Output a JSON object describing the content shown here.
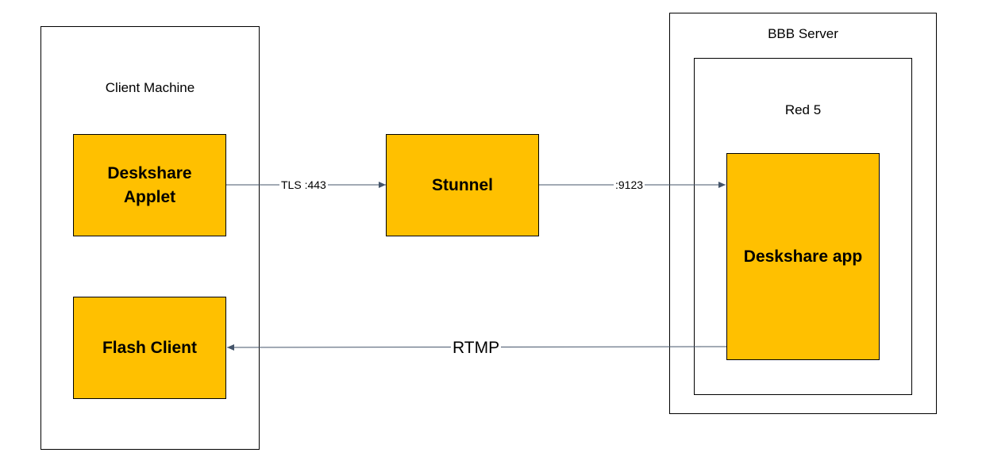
{
  "containers": {
    "client_machine": {
      "label": "Client Machine"
    },
    "bbb_server": {
      "label": "BBB Server"
    },
    "red5": {
      "label": "Red 5"
    }
  },
  "nodes": {
    "deskshare_applet": {
      "label": "Deskshare\nApplet"
    },
    "flash_client": {
      "label": "Flash Client"
    },
    "stunnel": {
      "label": "Stunnel"
    },
    "deskshare_app": {
      "label": "Deskshare app"
    }
  },
  "edges": [
    {
      "from": "Deskshare Applet",
      "to": "Stunnel",
      "label": "TLS :443"
    },
    {
      "from": "Stunnel",
      "to": "Deskshare app",
      "label": ":9123"
    },
    {
      "from": "Deskshare app",
      "to": "Flash Client",
      "label": "RTMP"
    }
  ],
  "colors": {
    "node_fill": "#ffc000",
    "border": "#000000",
    "edge": "#44546a"
  }
}
